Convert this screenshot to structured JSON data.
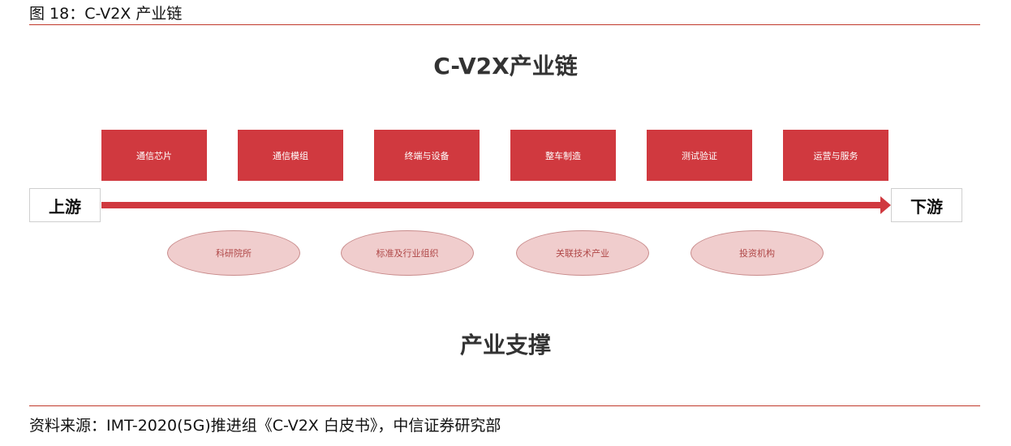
{
  "caption": "图 18：C-V2X 产业链",
  "title": "C-V2X产业链",
  "chain_items": [
    {
      "label": "通信芯片"
    },
    {
      "label": "通信模组"
    },
    {
      "label": "终端与设备"
    },
    {
      "label": "整车制造"
    },
    {
      "label": "测试验证"
    },
    {
      "label": "运营与服务"
    }
  ],
  "upstream_label": "上游",
  "downstream_label": "下游",
  "support_items": [
    {
      "label": "科研院所"
    },
    {
      "label": "标准及行业组织"
    },
    {
      "label": "关联技术产业"
    },
    {
      "label": "投资机构"
    }
  ],
  "support_title": "产业支撑",
  "source": "资料来源：IMT-2020(5G)推进组《C-V2X 白皮书》，中信证券研究部",
  "colors": {
    "box_fill": "#d0393f",
    "ellipse_fill": "#f0cdcd",
    "rule": "#c0392b"
  }
}
